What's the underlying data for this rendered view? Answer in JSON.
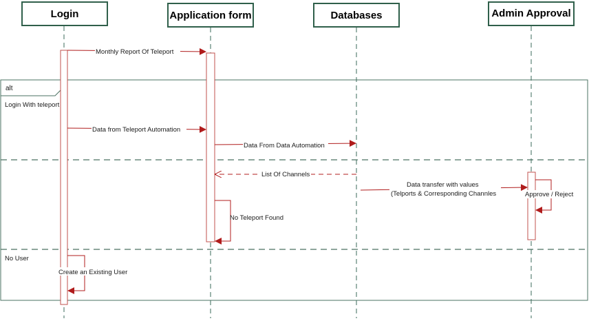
{
  "diagram": {
    "type": "sequence-diagram",
    "participants": [
      {
        "id": "login",
        "label": "Login"
      },
      {
        "id": "form",
        "label": "Application form"
      },
      {
        "id": "db",
        "label": "Databases"
      },
      {
        "id": "admin",
        "label": "Admin Approval"
      }
    ],
    "messages": [
      {
        "id": "m1",
        "label": "Monthly Report Of Teleport",
        "from": "login",
        "to": "form",
        "style": "solid"
      },
      {
        "id": "m2",
        "label": "Data from Teleport Automation",
        "from": "login",
        "to": "form",
        "style": "solid"
      },
      {
        "id": "m3",
        "label": "Data From Data Automation",
        "from": "form",
        "to": "db",
        "style": "solid"
      },
      {
        "id": "m4",
        "label": "List Of Channels",
        "from": "db",
        "to": "form",
        "style": "dashed"
      },
      {
        "id": "m5",
        "label_line1": "Data transfer with values",
        "label_line2": "(Telports & Corresponding Channles",
        "from": "db",
        "to": "admin",
        "style": "solid"
      },
      {
        "id": "m6",
        "label": "Approve / Reject",
        "from": "admin",
        "to": "admin",
        "style": "self"
      },
      {
        "id": "m7",
        "label": "No Teleport Found",
        "from": "form",
        "to": "form",
        "style": "self"
      },
      {
        "id": "m8",
        "label": "Create an Existing User",
        "from": "login",
        "to": "login",
        "style": "self"
      }
    ],
    "fragment": {
      "operator": "alt",
      "guards": [
        "Login With teleport",
        "No User"
      ]
    },
    "colors": {
      "participant_border": "#2f5f4a",
      "frame": "#4a7060",
      "lifeline": "#3a6a5a",
      "message": "#b01c1c",
      "activation": "#c0504d"
    }
  }
}
